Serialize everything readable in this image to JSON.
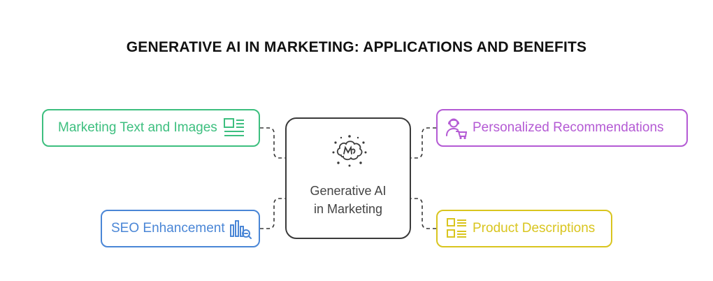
{
  "title": "GENERATIVE AI IN MARKETING: APPLICATIONS AND BENEFITS",
  "center": {
    "line1": "Generative AI",
    "line2": "in Marketing",
    "icon": "ai-brain-icon",
    "color": "#3a3a3a"
  },
  "nodes": [
    {
      "id": "marketing-text",
      "label": "Marketing Text and Images",
      "icon": "document-layout-icon",
      "color": "#3dbf7f"
    },
    {
      "id": "personalized",
      "label": "Personalized Recommendations",
      "icon": "user-cart-icon",
      "color": "#b45ad4"
    },
    {
      "id": "seo",
      "label": "SEO Enhancement",
      "icon": "chart-search-icon",
      "color": "#4a86d6"
    },
    {
      "id": "product",
      "label": "Product Descriptions",
      "icon": "list-checkbox-icon",
      "color": "#d9c51f"
    }
  ]
}
